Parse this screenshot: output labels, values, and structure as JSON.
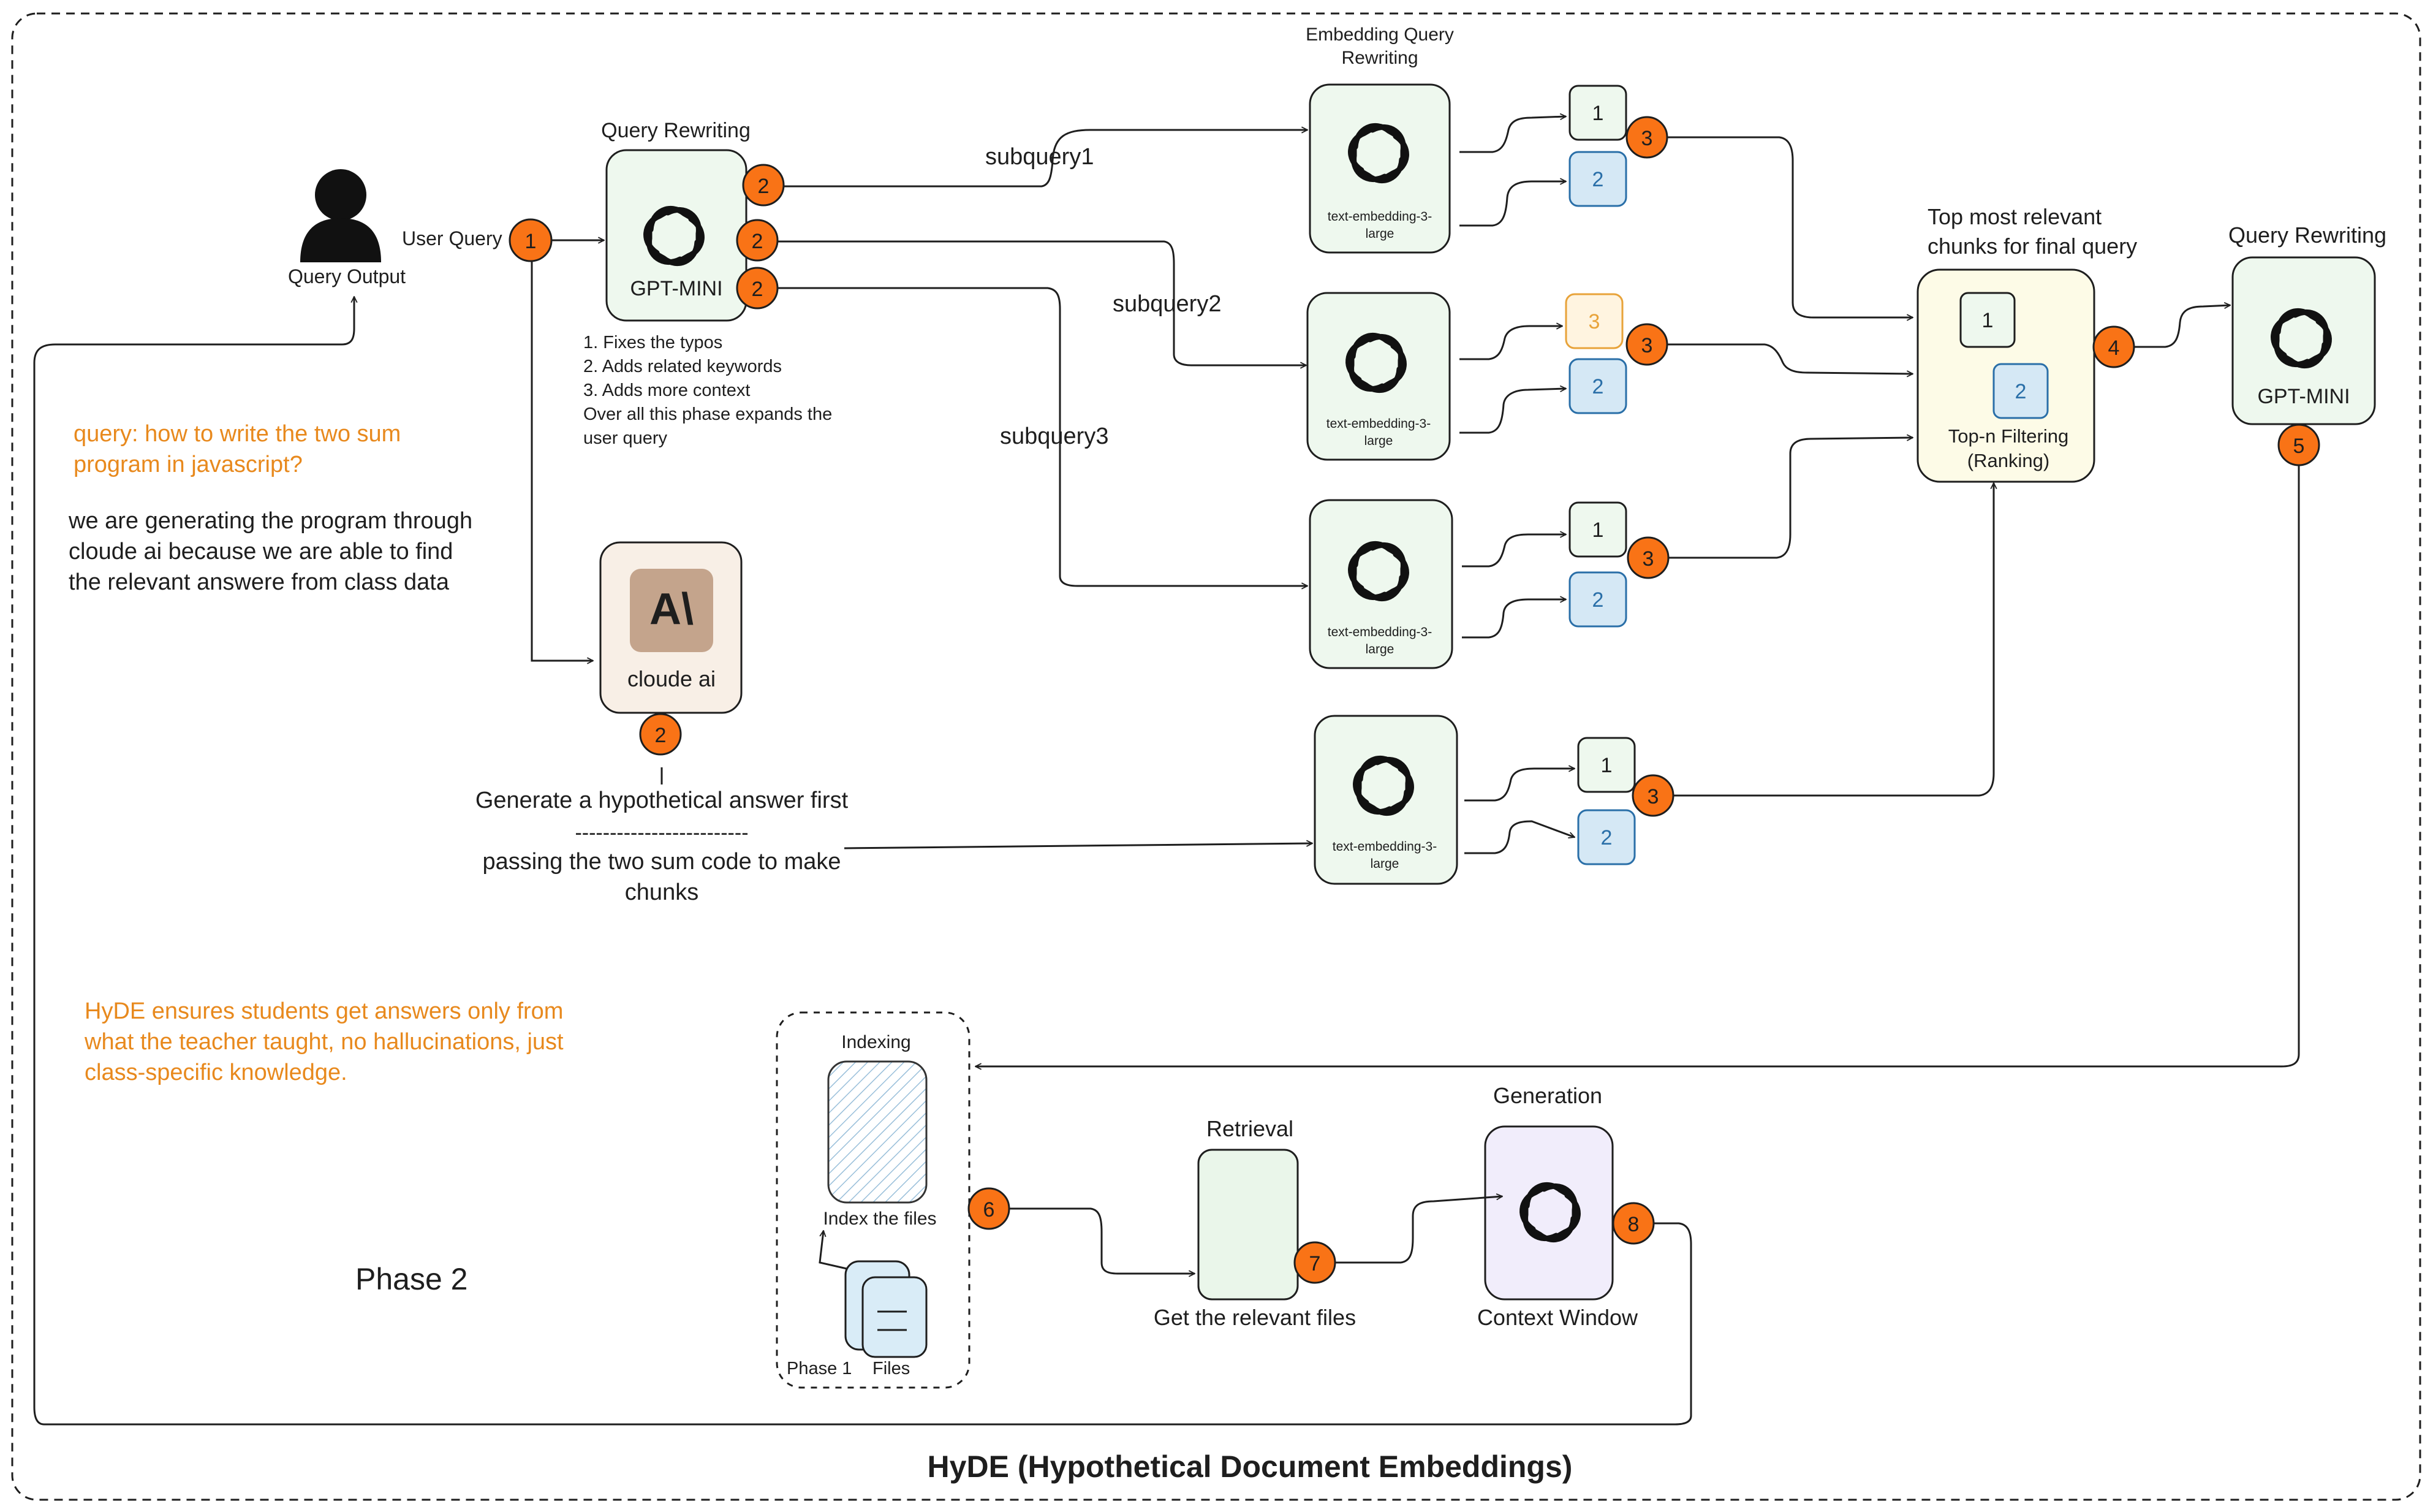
{
  "title": "HyDE (Hypothetical Document Embeddings)",
  "user": {
    "icon": "user-icon",
    "output_label": "Query Output",
    "query_label": "User Query"
  },
  "query_rewriting": {
    "heading": "Query Rewriting",
    "model": "GPT-MINI",
    "notes": [
      "1. Fixes the typos",
      "2. Adds related keywords",
      "3. Adds more context",
      "Over all this phase expands the",
      "user query"
    ]
  },
  "subqueries": [
    "subquery1",
    "subquery2",
    "subquery3"
  ],
  "embedding": {
    "heading_line1": "Embedding Query",
    "heading_line2": "Rewriting",
    "model_line1": "text-embedding-3-",
    "model_line2": "large"
  },
  "chunk_labels": {
    "one": "1",
    "two": "2",
    "three": "3"
  },
  "claude": {
    "label": "cloude ai",
    "logo_text": "A\\"
  },
  "hypothetical": {
    "line1": "Generate a hypothetical answer first",
    "divider": "-------------------------",
    "line2": "passing the two sum code to make",
    "line3": "chunks"
  },
  "notes": {
    "query_line1": "query: how to write the two sum",
    "query_line2": "program in javascript?",
    "explain_line1": "we are generating the program through",
    "explain_line2": "cloude ai because we are able to find",
    "explain_line3": "the relevant answere from class data",
    "hyde_line1": "HyDE ensures students get answers only from",
    "hyde_line2": "what the teacher taught, no hallucinations, just",
    "hyde_line3": "class-specific knowledge."
  },
  "ranking": {
    "heading_line1": "Top most relevant",
    "heading_line2": "chunks for final query",
    "label_line1": "Top-n Filtering",
    "label_line2": "(Ranking)"
  },
  "final_rewrite": {
    "heading": "Query Rewriting",
    "model": "GPT-MINI"
  },
  "phase2": {
    "label": "Phase 2",
    "indexing": "Indexing",
    "index_files": "Index the files",
    "phase1": "Phase 1",
    "files": "Files",
    "retrieval": "Retrieval",
    "retrieval_caption": "Get the relevant files",
    "generation": "Generation",
    "generation_caption": "Context Window"
  },
  "badges": [
    "1",
    "2",
    "3",
    "4",
    "5",
    "6",
    "7",
    "8"
  ],
  "colors": {
    "badge": "#f97316",
    "note_orange": "#e8891d",
    "chip_blue": "#2a6fa8",
    "chip_orange": "#e8a33a"
  }
}
